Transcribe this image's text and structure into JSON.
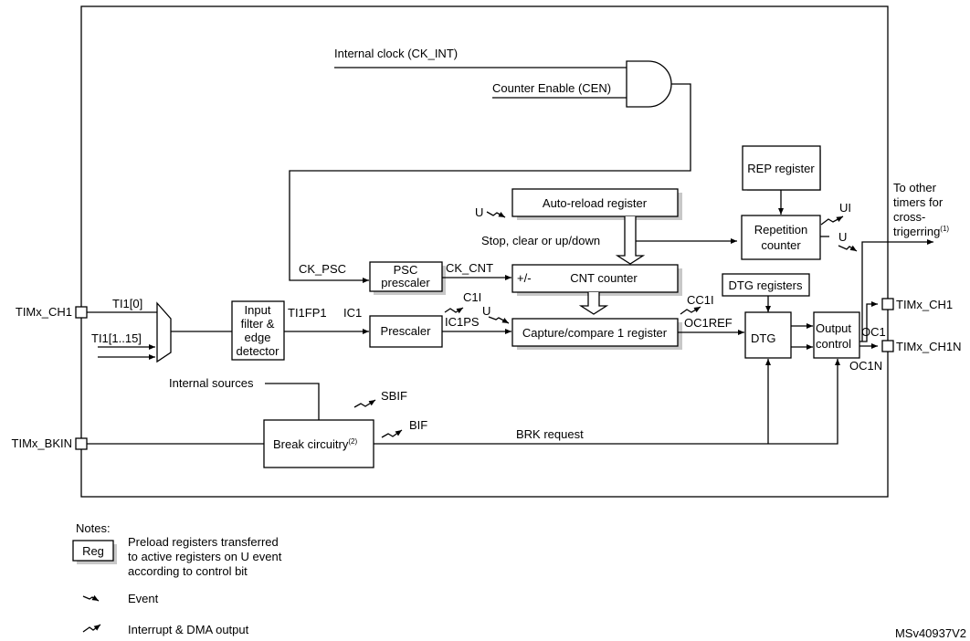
{
  "diagram": {
    "title_id": "MSv40937V2",
    "inputs": {
      "ch1_pin": "TIMx_CH1",
      "bkin_pin": "TIMx_BKIN",
      "ti1_0": "TI1[0]",
      "ti1_1_15": "TI1[1..15]",
      "internal_clock": "Internal clock (CK_INT)",
      "counter_enable": "Counter Enable (CEN)",
      "internal_sources": "Internal sources"
    },
    "blocks": {
      "input_filter": [
        "Input",
        "filter &",
        "edge",
        "detector"
      ],
      "psc_prescaler": [
        "PSC",
        "prescaler"
      ],
      "prescaler": "Prescaler",
      "auto_reload": "Auto-reload register",
      "cnt_counter": "CNT counter",
      "cnt_sign": "+/-",
      "capture_compare": "Capture/compare 1 register",
      "rep_register": "REP register",
      "repetition_counter": [
        "Repetition",
        "counter"
      ],
      "dtg_registers": "DTG registers",
      "dtg": "DTG",
      "output_control": [
        "Output",
        "control"
      ],
      "break_circuitry": "Break circuitry",
      "break_sup": "(2)"
    },
    "signals": {
      "ck_psc": "CK_PSC",
      "ck_cnt": "CK_CNT",
      "ti1fp1": "TI1FP1",
      "ic1": "IC1",
      "ic1ps": "IC1PS",
      "c1i": "C1I",
      "u": "U",
      "stop_clear": "Stop, clear or up/down",
      "cc1i": "CC1I",
      "oc1ref": "OC1REF",
      "ui": "UI",
      "oc1": "OC1",
      "oc1n": "OC1N",
      "sbif": "SBIF",
      "bif": "BIF",
      "brk_request": "BRK request"
    },
    "outputs": {
      "ch1_out": "TIMx_CH1",
      "ch1n_out": "TIMx_CH1N",
      "cross_trigger": [
        "To other",
        "timers for",
        "cross-",
        "trigerring"
      ],
      "cross_sup": "(1)"
    }
  },
  "notes": {
    "title": "Notes:",
    "reg_label": "Reg",
    "reg_desc": [
      "Preload registers transferred",
      "to active registers on U event",
      "according to control bit"
    ],
    "event": "Event",
    "interrupt": "Interrupt & DMA output"
  }
}
